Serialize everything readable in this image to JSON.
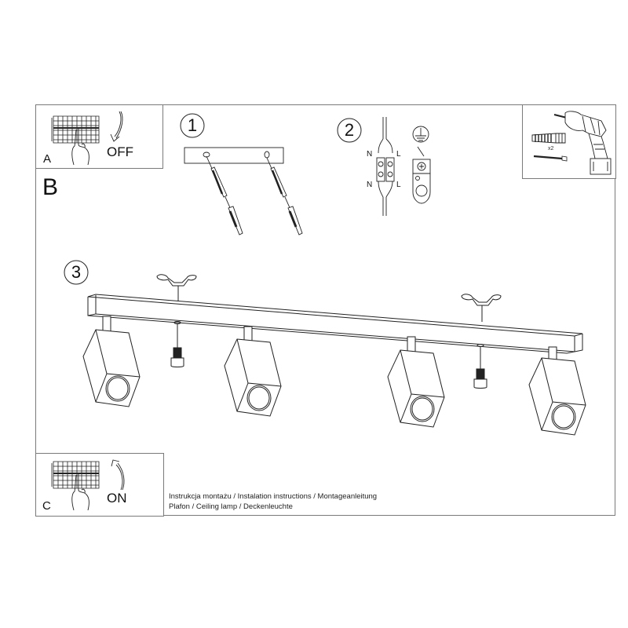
{
  "document": {
    "type": "installation-instructions",
    "product": "Ceiling lamp with 4 square spotlights"
  },
  "panels": {
    "a": {
      "letter": "A",
      "switch_text": "OFF",
      "arrow_direction": "down"
    },
    "b": {
      "letter": "B"
    },
    "c": {
      "letter": "C",
      "switch_text": "ON",
      "arrow_direction": "up"
    }
  },
  "steps": [
    {
      "number": "1",
      "description": "Mount plate with 2 wall plugs and screws"
    },
    {
      "number": "2",
      "description": "Connect wires to terminal block and earth"
    },
    {
      "number": "3",
      "description": "Attach lamp bar to brackets with screws"
    }
  ],
  "wiring": {
    "labels": {
      "n_top": "N",
      "l_top": "L",
      "n_bottom": "N",
      "l_bottom": "L"
    }
  },
  "tools": {
    "quantity_label": "x2",
    "items": [
      "drill-icon",
      "wall-plug-icon",
      "screw-icon"
    ]
  },
  "caption": {
    "line1": "Instrukcja montażu / Instalation instructions / Montageanleitung",
    "line2": "Plafon / Ceiling lamp / Deckenleuchte"
  },
  "colors": {
    "frame": "#7a7a7a",
    "ink": "#111111",
    "background": "#ffffff"
  }
}
